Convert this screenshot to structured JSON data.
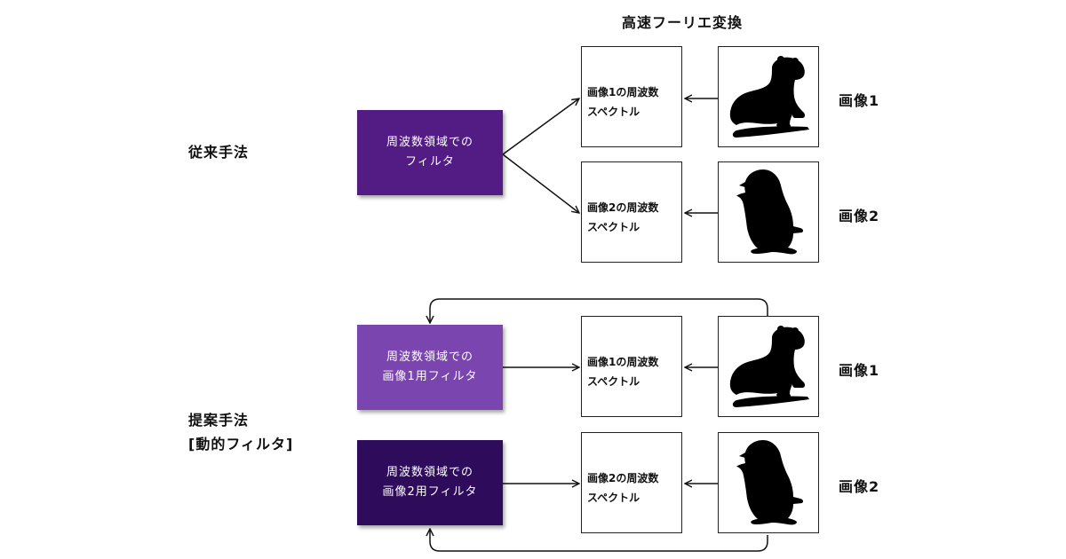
{
  "header": {
    "fft_title": "高速フーリエ変換"
  },
  "conventional": {
    "label": "従来手法",
    "filter_lines": [
      "周波数領域での",
      "フィルタ"
    ],
    "color": "#521c84"
  },
  "proposed": {
    "label_line1": "提案手法",
    "label_line2": "[動的フィルタ]",
    "filter1_lines": [
      "周波数領域での",
      "画像1用フィルタ"
    ],
    "filter1_color": "#7a45ae",
    "filter2_lines": [
      "周波数領域での",
      "画像2用フィルタ"
    ],
    "filter2_color": "#2e0b5b"
  },
  "spectra": {
    "image1_line1": "画像1の周波数",
    "image1_line2": "スペクトル",
    "image2_line1": "画像2の周波数",
    "image2_line2": "スペクトル"
  },
  "images": {
    "image1_label": "画像1",
    "image2_label": "画像2",
    "image1_icon": "ferret-silhouette-icon",
    "image2_icon": "penguin-silhouette-icon"
  }
}
